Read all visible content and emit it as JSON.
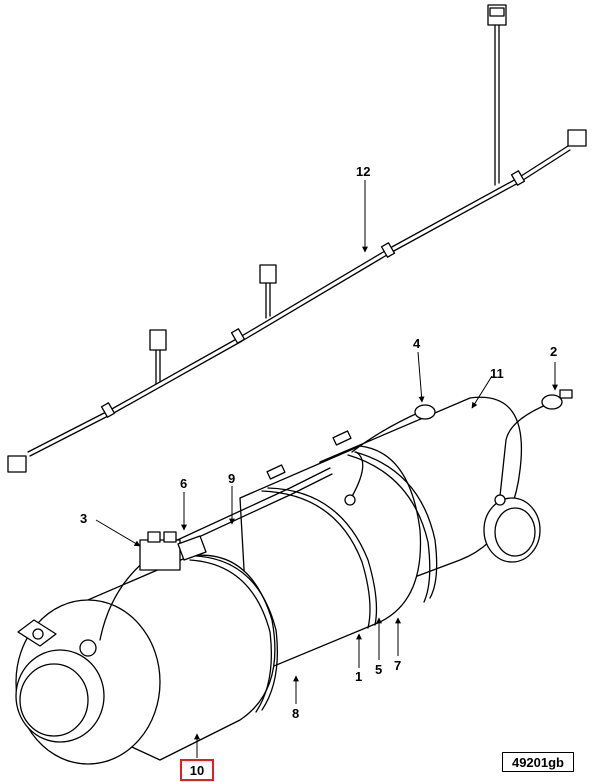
{
  "diagram": {
    "reference_code": "49201gb",
    "highlighted_callout": "10",
    "callouts": {
      "c1": "1",
      "c2": "2",
      "c3": "3",
      "c4": "4",
      "c5": "5",
      "c6": "6",
      "c7": "7",
      "c8": "8",
      "c9": "9",
      "c11": "11",
      "c12": "12"
    },
    "colors": {
      "highlight": "#e41e1e",
      "line": "#000000"
    }
  }
}
